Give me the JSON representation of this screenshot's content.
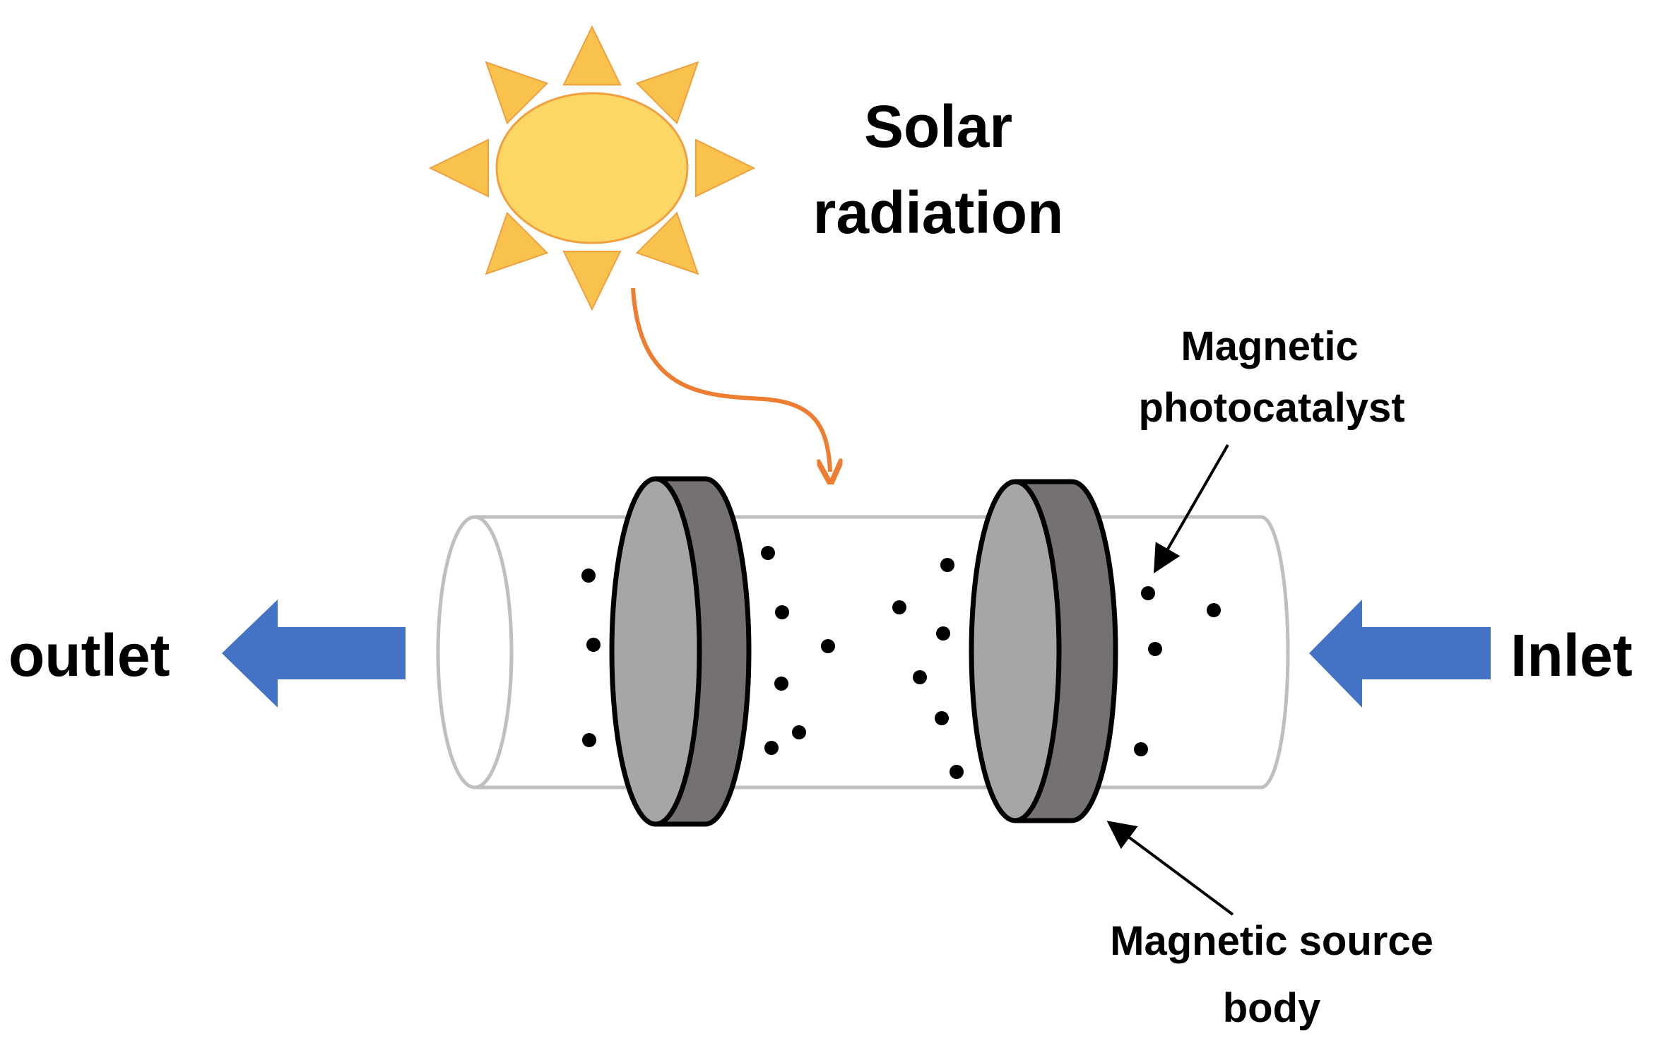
{
  "labels": {
    "solar_line1": "Solar",
    "solar_line2": "radiation",
    "photocatalyst_line1": "Magnetic",
    "photocatalyst_line2": "photocatalyst",
    "source_line1": "Magnetic source",
    "source_line2": "body",
    "outlet": "outlet",
    "inlet": "Inlet"
  },
  "colors": {
    "sun_fill": "#FDD765",
    "sun_ray": "#F9C24D",
    "sun_stroke": "#F2A03F",
    "light_arrow": "#ED7D31",
    "flow_arrow": "#4472C4",
    "tube_stroke": "#BFBFBF",
    "magnet_face": "#A6A6A6",
    "magnet_body": "#767171",
    "particle": "#000000"
  },
  "icons": {
    "sun": "sun-icon",
    "outlet_arrow": "arrow-left-icon",
    "inlet_arrow": "arrow-left-icon"
  }
}
